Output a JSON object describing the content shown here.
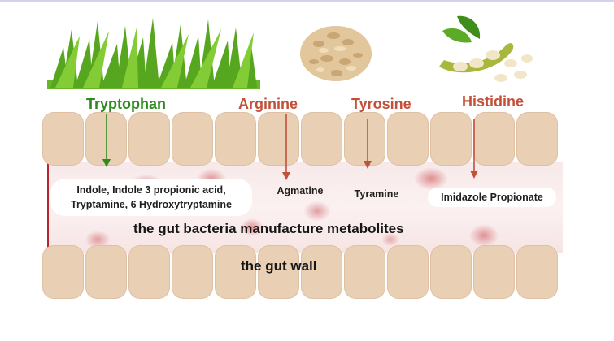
{
  "amino_acids": [
    {
      "label": "Tryptophan",
      "color": "#2d8a1e",
      "food_icon": "grass-icon"
    },
    {
      "label": "Arginine",
      "color": "#c2503a",
      "food_icon": "oats-icon"
    },
    {
      "label": "Tyrosine",
      "color": "#c2503a",
      "food_icon": "none"
    },
    {
      "label": "Histidine",
      "color": "#c2503a",
      "food_icon": "beans-icon"
    }
  ],
  "products": [
    {
      "lines": [
        "Indole, Indole 3 propionic acid,",
        "Tryptamine, 6 Hydroxytryptamine"
      ]
    },
    {
      "lines": [
        "Agmatine"
      ]
    },
    {
      "lines": [
        "Tyramine"
      ]
    },
    {
      "lines": [
        "Imidazole Propionate"
      ]
    }
  ],
  "captions": {
    "metabolites": "the gut bacteria manufacture metabolites",
    "wall": "the gut wall"
  },
  "colors": {
    "wall_cell": "#e9cfb4",
    "bacteria": "#c4282f",
    "arrow_green": "#2d8a1e",
    "arrow_red": "#c2503a"
  }
}
